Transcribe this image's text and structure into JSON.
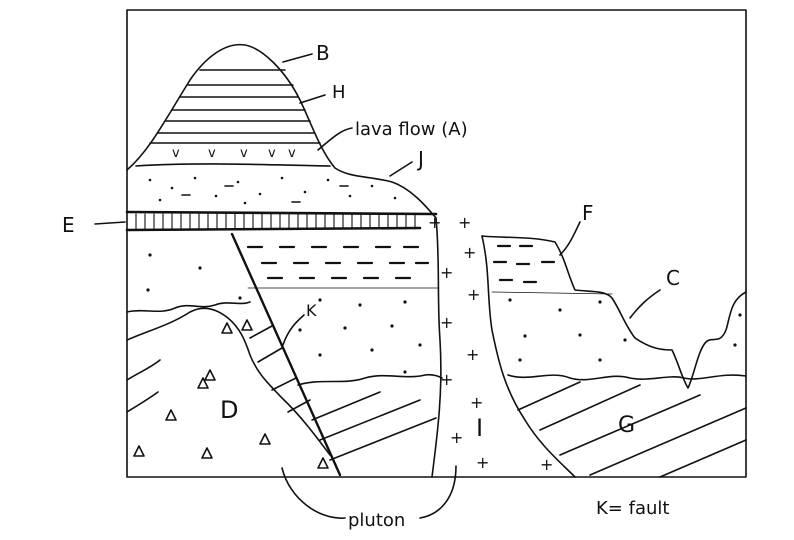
{
  "labels": {
    "B": "B",
    "H": "H",
    "lava_flow": "lava flow (A)",
    "J": "J",
    "E": "E",
    "F": "F",
    "C": "C",
    "K": "K",
    "D": "D",
    "I": "I",
    "G": "G",
    "pluton": "pluton",
    "legend": "K= fault"
  }
}
